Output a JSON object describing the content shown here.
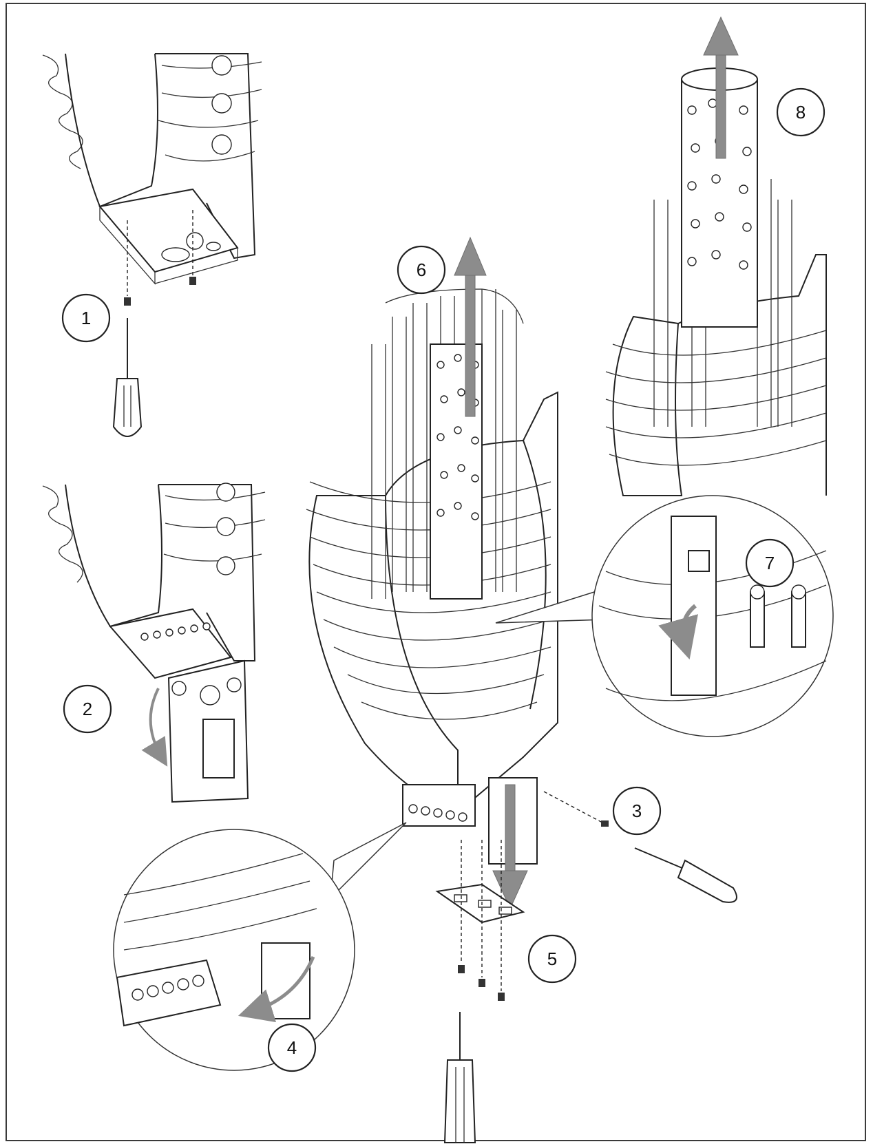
{
  "steps": [
    {
      "label": "1"
    },
    {
      "label": "2"
    },
    {
      "label": "3"
    },
    {
      "label": "4"
    },
    {
      "label": "5"
    },
    {
      "label": "6"
    },
    {
      "label": "7"
    },
    {
      "label": "8"
    }
  ],
  "colors": {
    "line": "#222222",
    "arrow": "#8c8c8c",
    "border": "#3a3a3a"
  },
  "icons": {
    "screwdriver": "screwdriver-icon",
    "screw": "screw-icon",
    "arrow": "direction-arrow-icon"
  }
}
